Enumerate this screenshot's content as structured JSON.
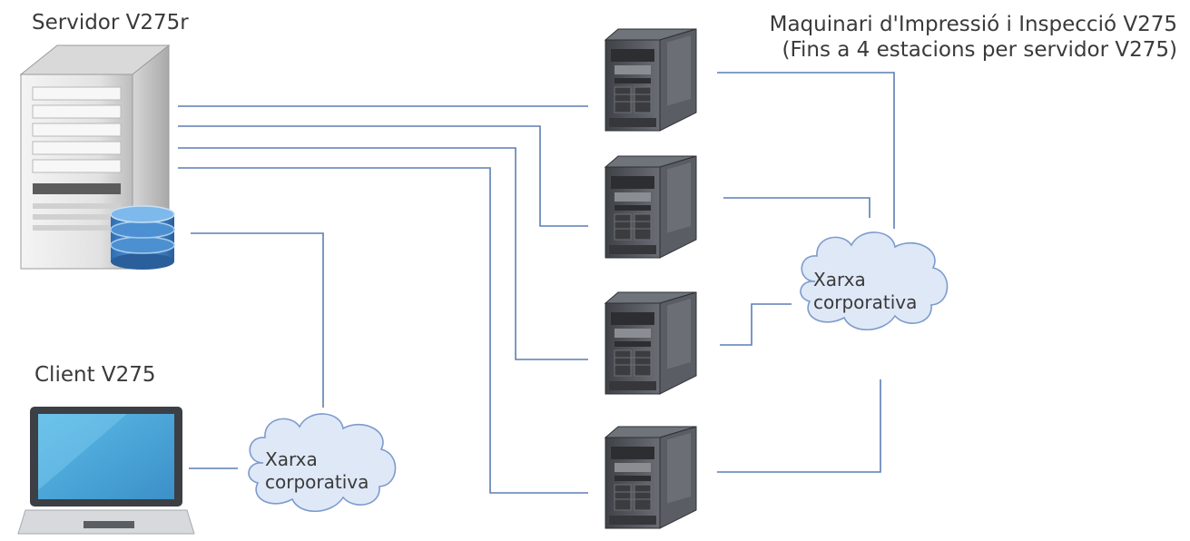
{
  "diagram": {
    "server": {
      "title": "Servidor V275r"
    },
    "client": {
      "title": "Client V275"
    },
    "printers": {
      "title_line1": "Maquinari d'Impressió i Inspecció V275",
      "title_line2": "(Fins a 4 estacions per servidor V275)"
    },
    "networks": [
      {
        "line1": "Xarxa",
        "line2": "corporativa"
      },
      {
        "line1": "Xarxa",
        "line2": "corporativa"
      }
    ],
    "colors": {
      "wire": "#5b7fb3",
      "text": "#3a3a3a",
      "cloud_fill": "#dfe8f7",
      "cloud_stroke": "#7d9bcc",
      "laptop_screen": "#4aa8d8",
      "server_body": "#e9e9e9",
      "printer_body": "#4c4f55"
    }
  }
}
